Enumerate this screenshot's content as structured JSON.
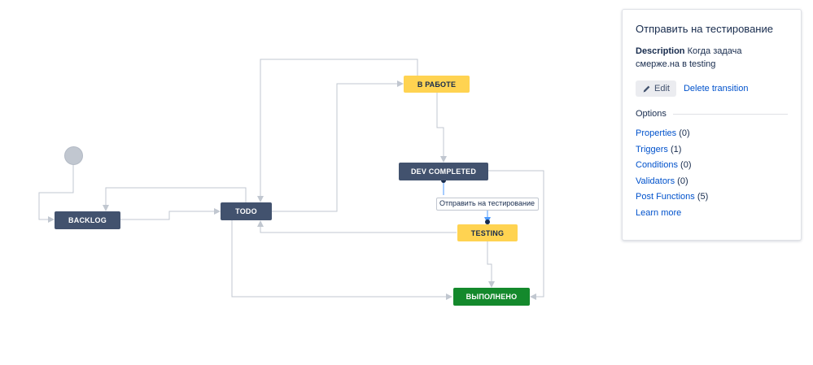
{
  "workflow": {
    "statuses": {
      "backlog": "BACKLOG",
      "todo": "TODO",
      "in_progress": "В РАБОТЕ",
      "dev_completed": "DEV COMPLETED",
      "testing": "TESTING",
      "done": "ВЫПОЛНЕНО"
    },
    "selected_transition_label": "Отправить на тестирование",
    "colors": {
      "todo_category": "#42526e",
      "in_progress_category": "#ffd351",
      "done_category": "#14892c",
      "connector": "#c1c7d0",
      "selected_connector": "#4c9aff"
    }
  },
  "panel": {
    "title": "Отправить на тестирование",
    "description_label": "Description",
    "description_text": "Когда задача смерже.на в testing",
    "edit_label": "Edit",
    "edit_icon": "pencil-icon",
    "delete_label": "Delete transition",
    "options_title": "Options",
    "options": [
      {
        "label": "Properties",
        "count": "(0)"
      },
      {
        "label": "Triggers",
        "count": "(1)"
      },
      {
        "label": "Conditions",
        "count": "(0)"
      },
      {
        "label": "Validators",
        "count": "(0)"
      },
      {
        "label": "Post Functions",
        "count": "(5)"
      }
    ],
    "learn_more": "Learn more"
  }
}
